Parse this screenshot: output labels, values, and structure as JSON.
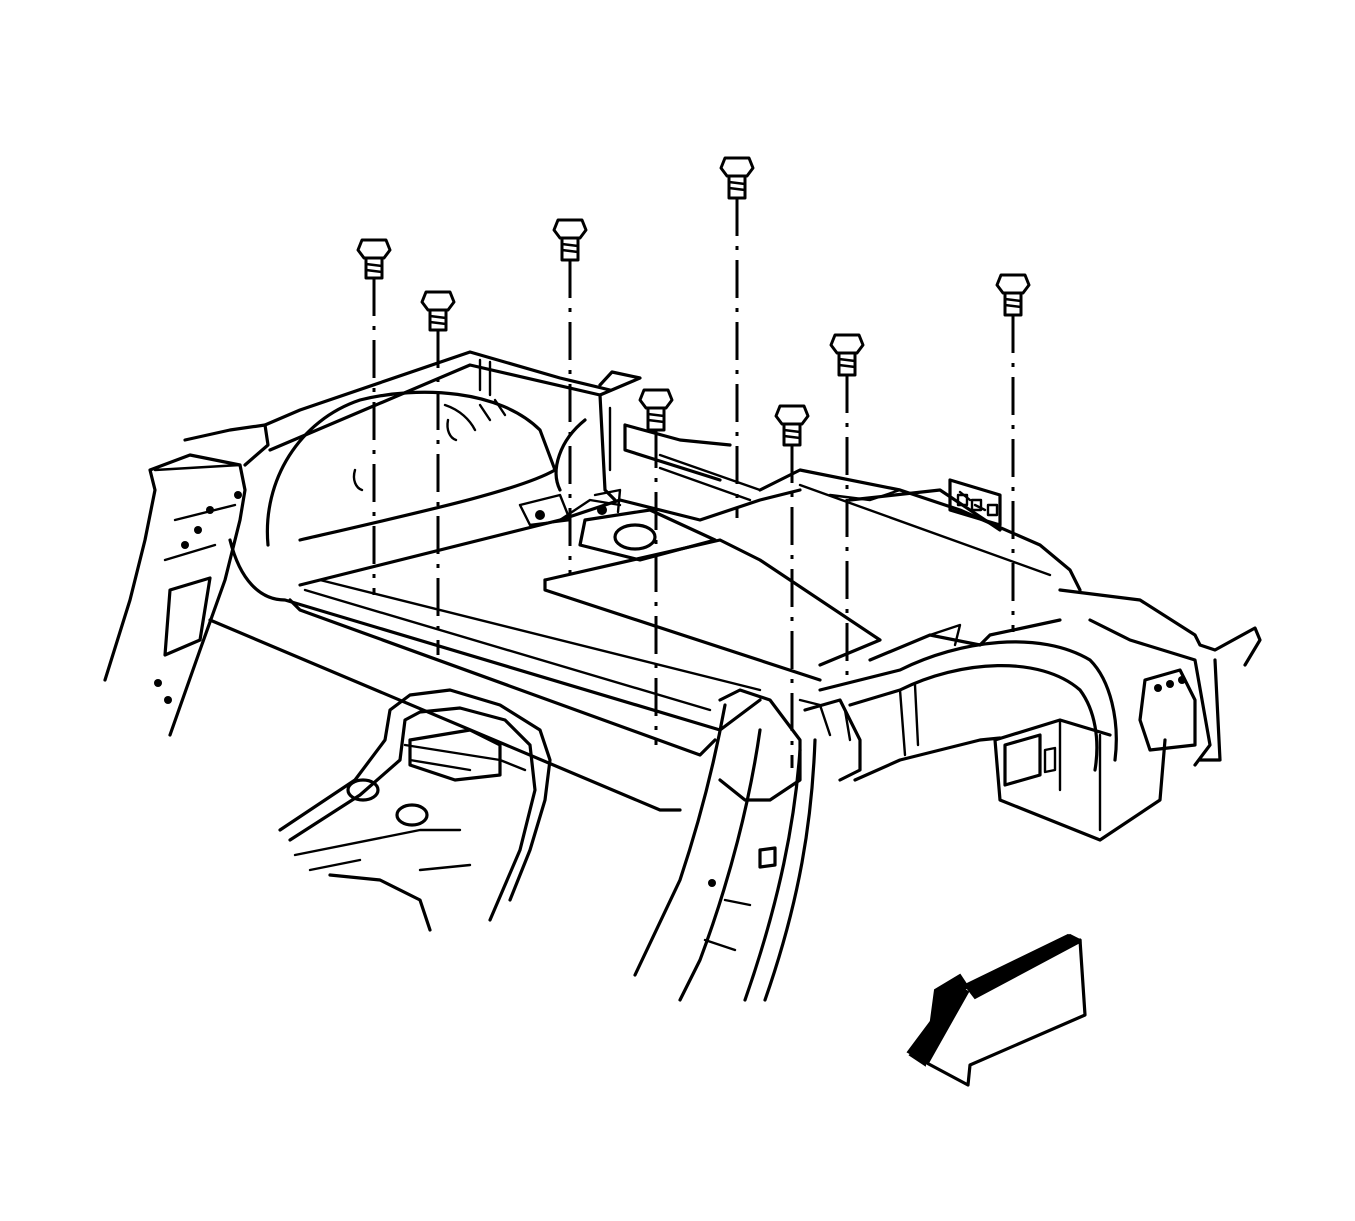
{
  "diagram": {
    "fasteners": [
      {
        "id": "bolt-1"
      },
      {
        "id": "bolt-2"
      },
      {
        "id": "bolt-3"
      },
      {
        "id": "bolt-4"
      },
      {
        "id": "bolt-5"
      },
      {
        "id": "bolt-6"
      },
      {
        "id": "bolt-7"
      },
      {
        "id": "bolt-8"
      }
    ],
    "direction_arrow": {
      "meaning": "vehicle-front"
    }
  },
  "colors": {
    "stroke": "#000000",
    "background": "#ffffff"
  }
}
